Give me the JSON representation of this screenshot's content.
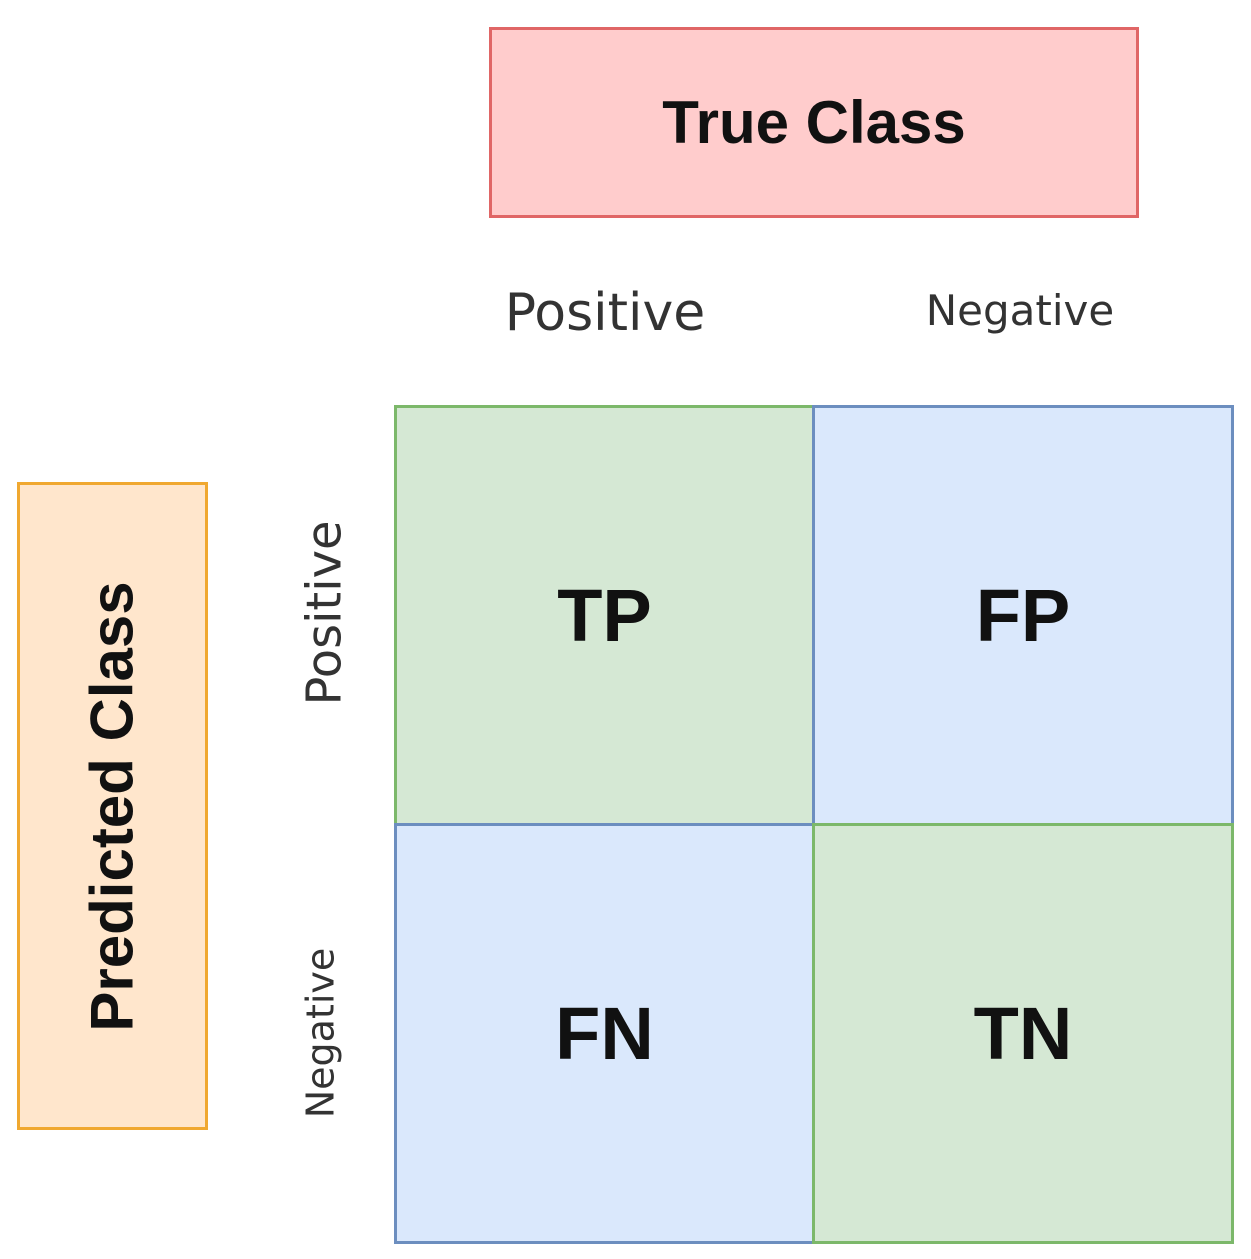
{
  "header": {
    "true_class_label": "True Class",
    "predicted_class_label": "Predicted Class"
  },
  "columns": {
    "positive_label": "Positive",
    "negative_label": "Negative"
  },
  "rows": {
    "positive_label": "Positive",
    "negative_label": "Negative"
  },
  "cells": {
    "tp": "TP",
    "fp": "FP",
    "fn": "FN",
    "tn": "TN"
  },
  "colors": {
    "true_class_fill": "#ffcccc",
    "true_class_border": "#e06666",
    "predicted_class_fill": "#ffe6cc",
    "predicted_class_border": "#f0a830",
    "correct_cell_fill": "#d5e8d4",
    "correct_cell_border": "#7cb86a",
    "error_cell_fill": "#dae8fc",
    "error_cell_border": "#6c8ebf"
  }
}
